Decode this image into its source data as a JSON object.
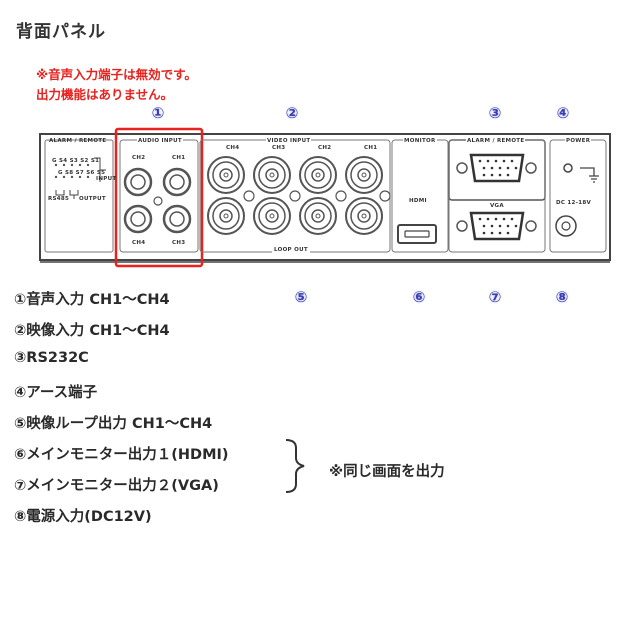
{
  "page": {
    "title": "背面パネル",
    "notes": [
      "※音声入力端子は無効です。",
      "出力機能はありません。"
    ],
    "highlight_color": "#e8231f",
    "number_color": "#3b3fb0"
  },
  "panel": {
    "sections": {
      "alarm_remote_left": "ALARM / REMOTE",
      "audio_input": "AUDIO INPUT",
      "video_input": "VIDEO INPUT",
      "loop_out": "LOOP OUT",
      "monitor": "MONITOR",
      "alarm_remote_right": "ALARM / REMOTE",
      "power": "POWER"
    },
    "audio_channels": [
      "CH2",
      "CH1",
      "CH4",
      "CH3"
    ],
    "video_channels": [
      "CH4",
      "CH3",
      "CH2",
      "CH1"
    ],
    "hdmi_label": "HDMI",
    "vga_label": "VGA",
    "power_rating": "DC 12-18V",
    "terminal_labels": {
      "row1": "G S4 S3 S2 S1",
      "row2": "G S8 S7 S6 S5",
      "input": "INPUT",
      "rs485": "RS485",
      "output": "OUTPUT"
    }
  },
  "callouts_top": [
    "①",
    "②",
    "③",
    "④"
  ],
  "callouts_bottom": [
    "⑤",
    "⑥",
    "⑦",
    "⑧"
  ],
  "legend": [
    "①音声入力 CH1～CH4",
    "②映像入力 CH1～CH4",
    "③RS232C",
    "④アース端子",
    "⑤映像ループ出力 CH1～CH4",
    "⑥メインモニター出力１(HDMI)",
    "⑦メインモニター出力２(VGA)",
    "⑧電源入力(DC12V)"
  ],
  "brace_note": "※同じ画面を出力"
}
